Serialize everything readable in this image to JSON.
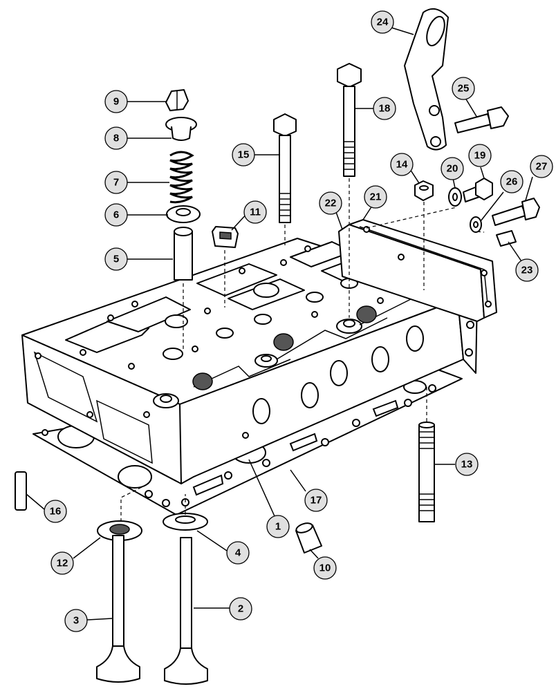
{
  "callouts": [
    {
      "id": "1",
      "label": "1"
    },
    {
      "id": "2",
      "label": "2"
    },
    {
      "id": "3",
      "label": "3"
    },
    {
      "id": "4",
      "label": "4"
    },
    {
      "id": "5",
      "label": "5"
    },
    {
      "id": "6",
      "label": "6"
    },
    {
      "id": "7",
      "label": "7"
    },
    {
      "id": "8",
      "label": "8"
    },
    {
      "id": "9",
      "label": "9"
    },
    {
      "id": "10",
      "label": "10"
    },
    {
      "id": "11",
      "label": "11"
    },
    {
      "id": "12",
      "label": "12"
    },
    {
      "id": "13",
      "label": "13"
    },
    {
      "id": "14",
      "label": "14"
    },
    {
      "id": "15",
      "label": "15"
    },
    {
      "id": "16",
      "label": "16"
    },
    {
      "id": "17",
      "label": "17"
    },
    {
      "id": "18",
      "label": "18"
    },
    {
      "id": "19",
      "label": "19"
    },
    {
      "id": "20",
      "label": "20"
    },
    {
      "id": "21",
      "label": "21"
    },
    {
      "id": "22",
      "label": "22"
    },
    {
      "id": "23",
      "label": "23"
    },
    {
      "id": "24",
      "label": "24"
    },
    {
      "id": "25",
      "label": "25"
    },
    {
      "id": "26",
      "label": "26"
    },
    {
      "id": "27",
      "label": "27"
    }
  ],
  "colors": {
    "line": "#000000",
    "callout_fill": "#e0e0e0",
    "background": "#ffffff"
  }
}
